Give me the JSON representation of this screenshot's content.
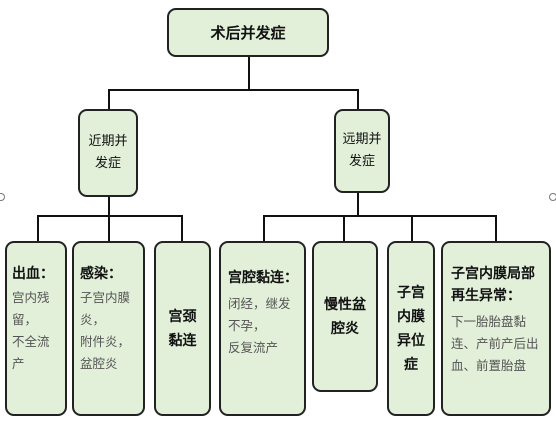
{
  "root": {
    "label": "术后并发症"
  },
  "branches": [
    {
      "label_lines": [
        "近期并",
        "发症"
      ]
    },
    {
      "label_lines": [
        "远期并",
        "发症"
      ]
    }
  ],
  "leaves": [
    {
      "title": "出血：",
      "detail_lines": [
        "宫内残",
        "留，",
        "不全流",
        "产"
      ]
    },
    {
      "title": "感染：",
      "detail_lines": [
        "子宫内膜",
        "炎，",
        "附件炎，",
        "盆腔炎"
      ]
    },
    {
      "title_lines": [
        "宫颈",
        "黏连"
      ]
    },
    {
      "title": "宫腔黏连：",
      "detail_lines": [
        "闭经，继发",
        "不孕，",
        "反复流产"
      ]
    },
    {
      "title_lines": [
        "慢性盆",
        "腔炎"
      ]
    },
    {
      "title_lines": [
        "子宫",
        "内膜",
        "异位",
        "症"
      ]
    },
    {
      "title_lines": [
        "子宫内膜局部",
        "再生异常："
      ],
      "detail_lines": [
        "下一胎胎盘黏",
        "连、产前产后出",
        "血、前置胎盘"
      ]
    }
  ]
}
